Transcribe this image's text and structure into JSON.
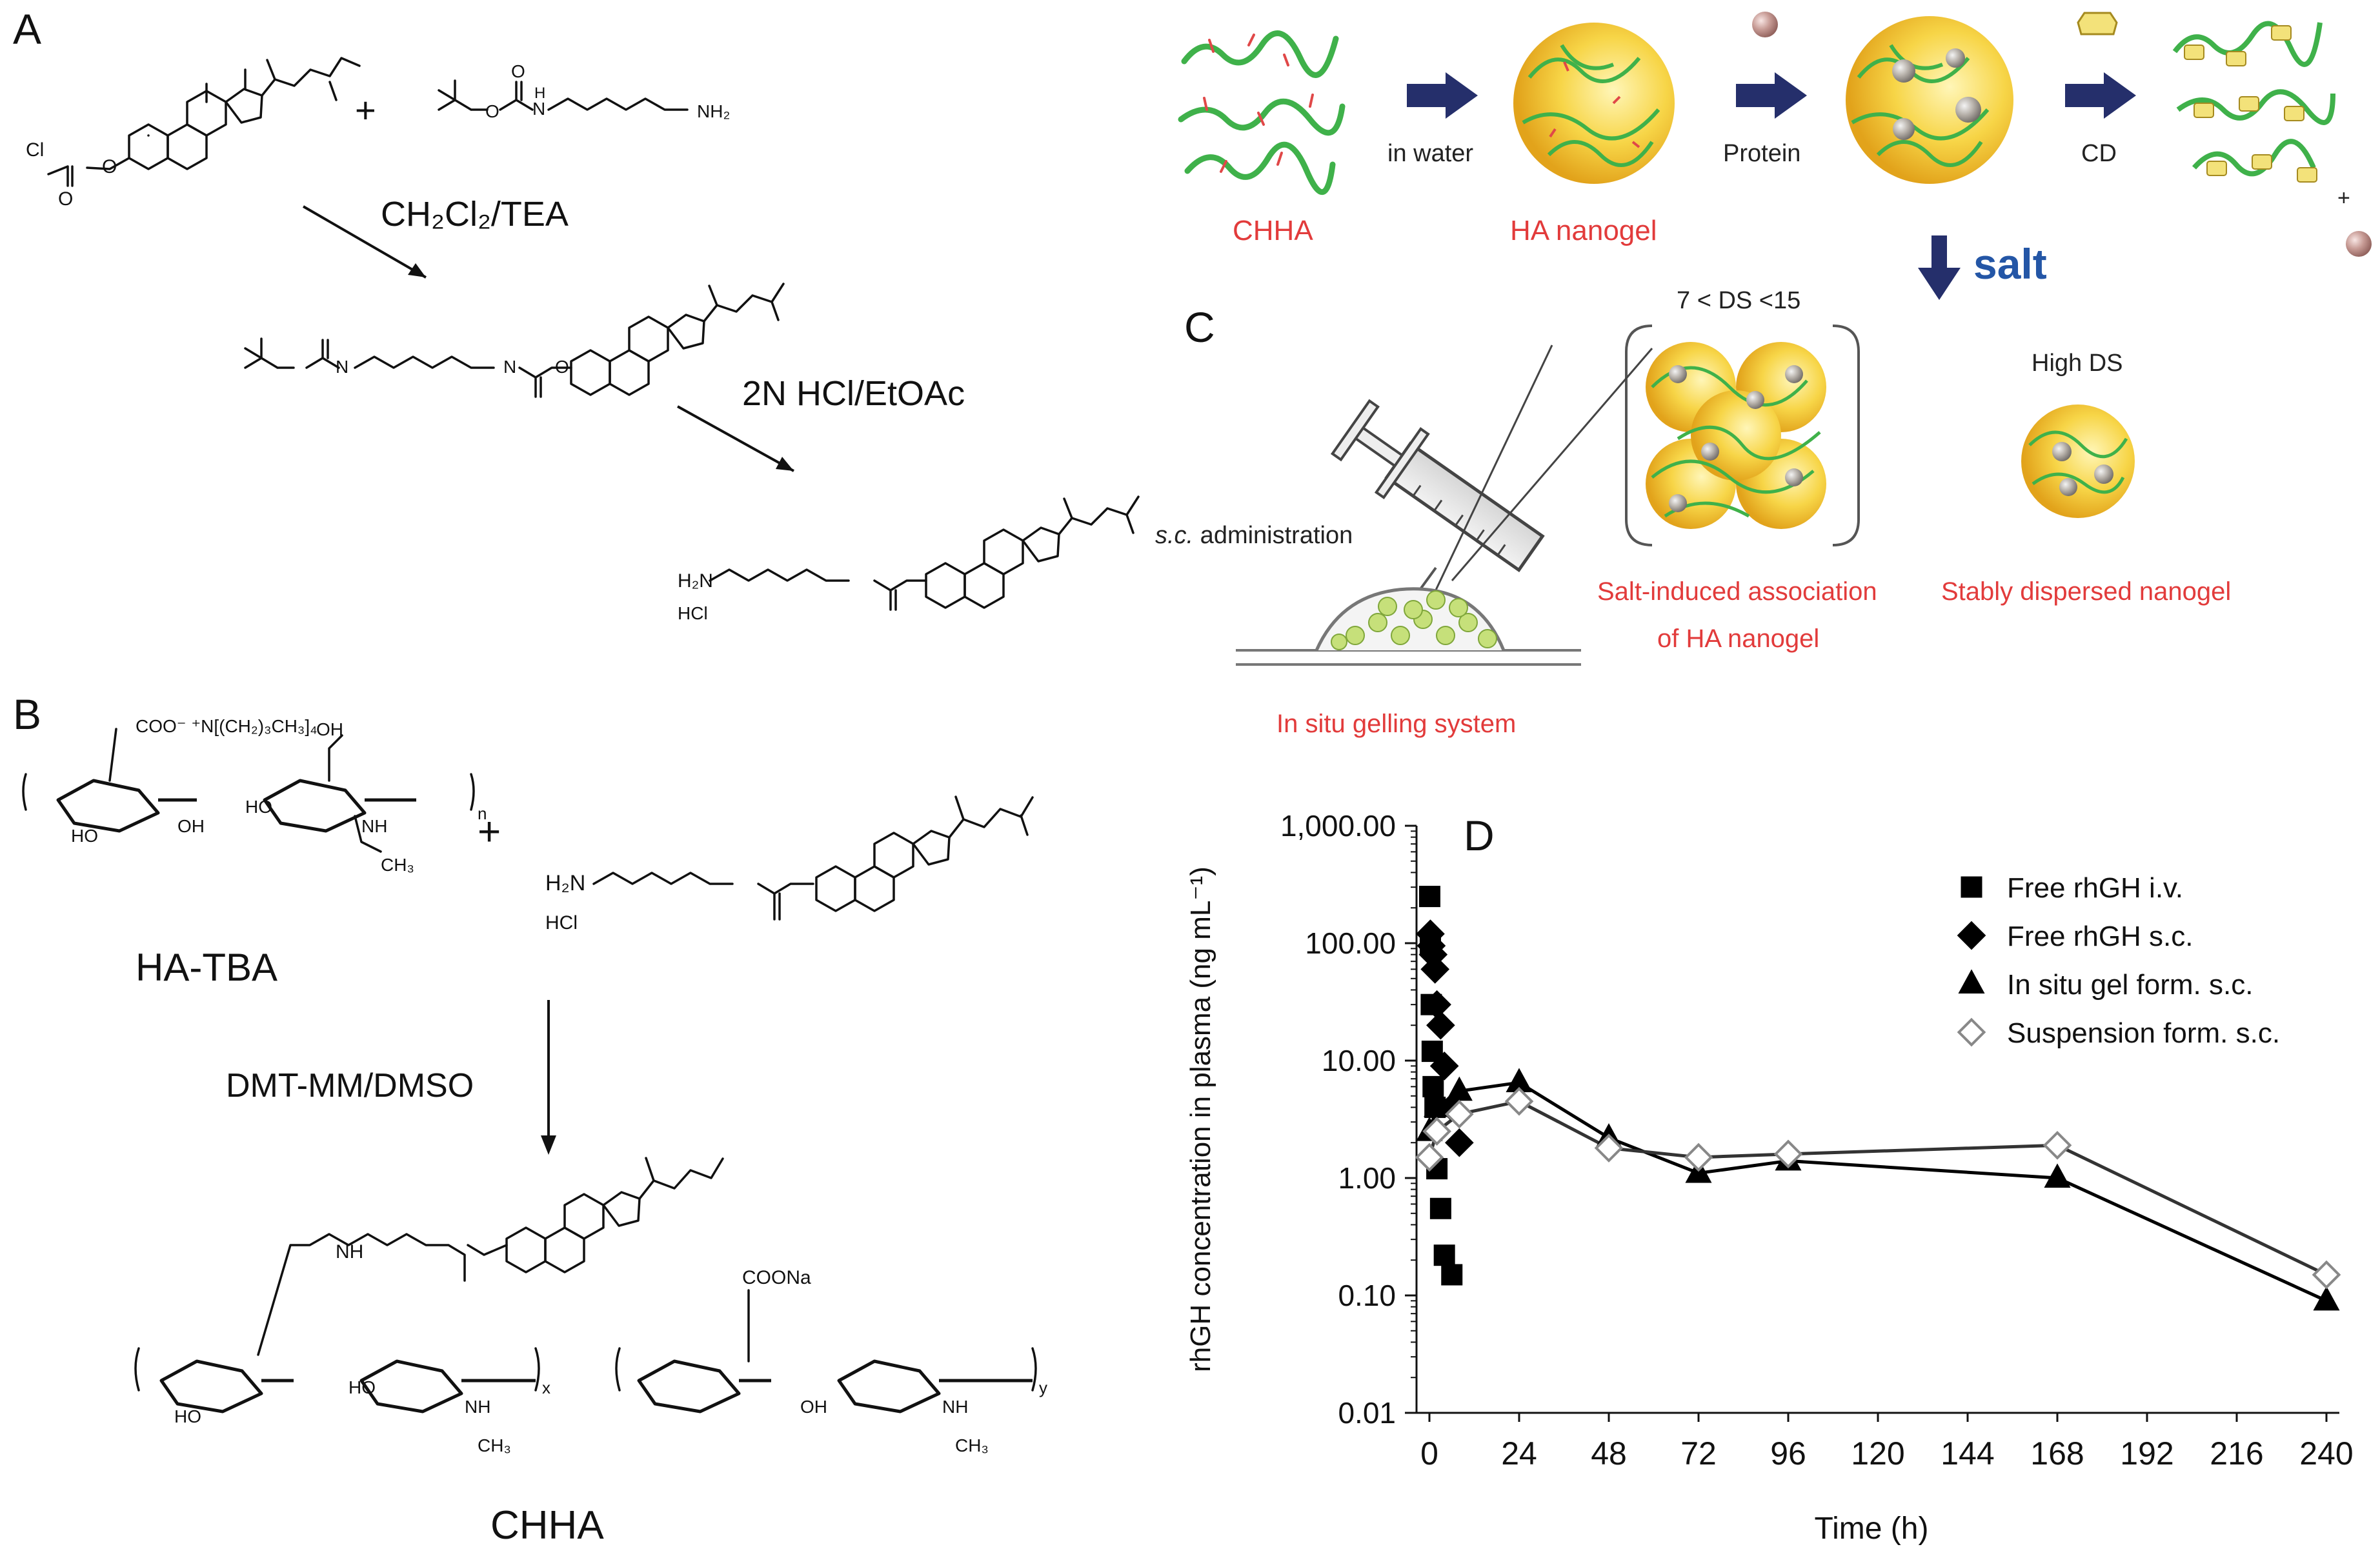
{
  "panels": {
    "a": "A",
    "b": "B",
    "c": "C",
    "d": "D"
  },
  "panel_a": {
    "plus": "+",
    "reagent1": "CH₂Cl₂/TEA",
    "reagent2": "2N HCl/EtOAc",
    "cl": "Cl",
    "nh2": "NH₂",
    "h2n": "H₂N",
    "hcl": "HCl",
    "n": "N",
    "h": "H",
    "o": "O"
  },
  "panel_b": {
    "hatba_label": "HA-TBA",
    "counterion": "COO⁻ ⁺N[(CH₂)₃CH₃]₄",
    "plus": "+",
    "reagent": "DMT-MM/DMSO",
    "product_label": "CHHA",
    "coona": "COONa",
    "sub_n": "n",
    "sub_x": "x",
    "sub_y": "y",
    "ho": "HO",
    "oh": "OH",
    "nh": "NH",
    "ch3": "CH₃",
    "h": "H",
    "o": "O",
    "h2n": "H₂N",
    "hcl": "HCl"
  },
  "panel_c": {
    "step_in_water": "in water",
    "step_protein": "Protein",
    "step_cd": "CD",
    "label_chha": "CHHA",
    "label_ha_nanogel": "HA nanogel",
    "salt": "salt",
    "ds_range": "7 < DS <15",
    "high_ds": "High DS",
    "sc_admin_italic": "s.c.",
    "sc_admin_rest": " administration",
    "salt_assoc_1": "Salt-induced association",
    "salt_assoc_2": "of HA nanogel",
    "stably": "Stably dispersed nanogel",
    "in_situ": "In situ gelling system",
    "plus": "+"
  },
  "chart_data": {
    "type": "scatter",
    "xlabel": "Time (h)",
    "ylabel": "rhGH concentration in plasma (ng mL⁻¹)",
    "xlim": [
      0,
      240
    ],
    "ylim": [
      0.01,
      1000
    ],
    "yscale": "log",
    "xticks": [
      0,
      24,
      48,
      72,
      96,
      120,
      144,
      168,
      192,
      216,
      240
    ],
    "yticks": [
      0.01,
      0.1,
      1,
      10,
      100,
      1000
    ],
    "ytick_labels": [
      "0.01",
      "0.10",
      "1.00",
      "10.00",
      "100.00",
      "1,000.00"
    ],
    "legend_position": "top-right",
    "series": [
      {
        "name": "Free rhGH i.v.",
        "marker": "square",
        "filled": true,
        "line": false,
        "x": [
          0.08,
          0.25,
          0.5,
          0.75,
          1,
          1.5,
          2,
          3,
          4,
          6
        ],
        "y": [
          250,
          100,
          30,
          12,
          6,
          4,
          1.2,
          0.55,
          0.22,
          0.15
        ]
      },
      {
        "name": "Free rhGH s.c.",
        "marker": "diamond",
        "filled": true,
        "line": false,
        "x": [
          0.25,
          0.5,
          1,
          1.5,
          2,
          3,
          4,
          6,
          8
        ],
        "y": [
          120,
          95,
          80,
          60,
          30,
          20,
          9,
          4,
          2
        ]
      },
      {
        "name": "In situ gel form. s.c.",
        "marker": "triangle",
        "filled": true,
        "line": true,
        "x": [
          0,
          2,
          8,
          24,
          48,
          72,
          96,
          168,
          240
        ],
        "y": [
          2.5,
          4,
          5.5,
          6.5,
          2.2,
          1.1,
          1.4,
          1.0,
          0.09
        ]
      },
      {
        "name": "Suspension form. s.c.",
        "marker": "diamond",
        "filled": false,
        "line": true,
        "x": [
          0,
          2,
          8,
          24,
          48,
          72,
          96,
          168,
          240
        ],
        "y": [
          1.5,
          2.5,
          3.5,
          4.5,
          1.8,
          1.5,
          1.6,
          1.9,
          0.15
        ]
      }
    ]
  }
}
